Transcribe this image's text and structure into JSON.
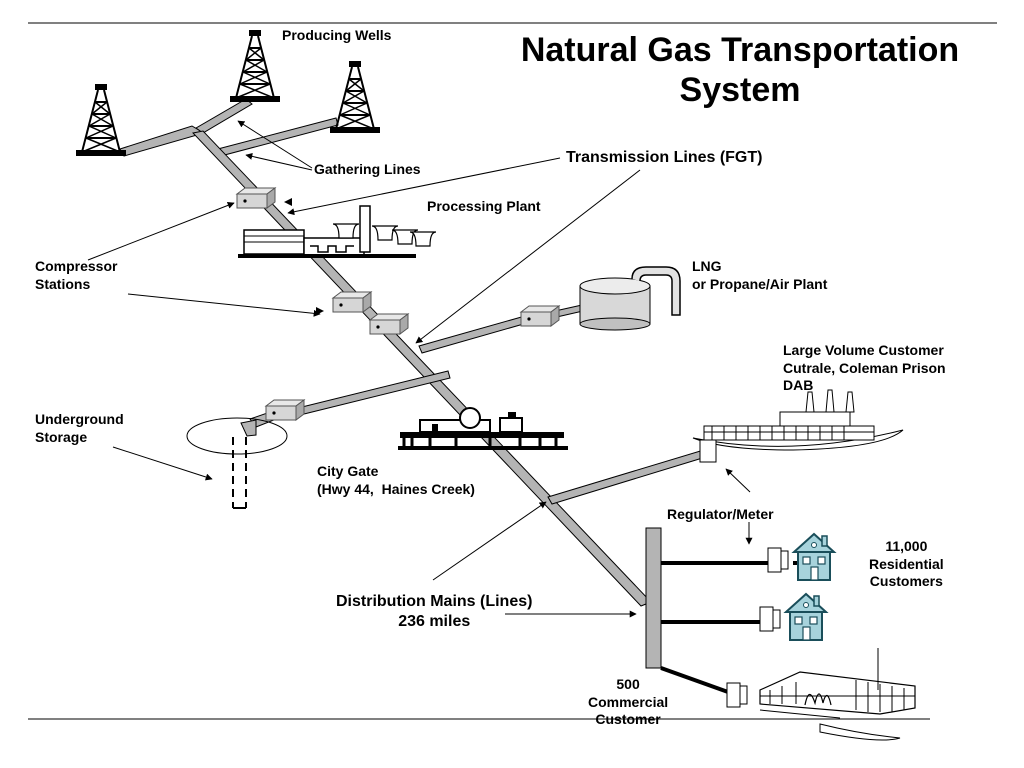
{
  "slide": {
    "title": "Natural Gas Transportation\nSystem"
  },
  "labels": {
    "producing_wells": "Producing Wells",
    "gathering_lines": "Gathering Lines",
    "transmission_lines": "Transmission Lines (FGT)",
    "processing_plant": "Processing Plant",
    "compressor_stations": "Compressor\nStations",
    "lng_plant": "LNG\nor Propane/Air Plant",
    "large_volume_customer": "Large Volume Customer\nCutrale, Coleman Prison\nDAB",
    "underground_storage": "Underground\nStorage",
    "city_gate": "City Gate\n(Hwy 44,  Haines Creek)",
    "regulator_meter": "Regulator/Meter",
    "residential_customers": "11,000\nResidential\nCustomers",
    "distribution_mains": "Distribution Mains (Lines)\n236 miles",
    "commercial_customer": "500\nCommercial\nCustomer"
  },
  "colors": {
    "pipe_fill": "#b4b4b4",
    "pipe_outline": "#000000",
    "house_fill": "#a7d3dc",
    "compressor_fill": "#d6d6d6",
    "line": "#000000"
  }
}
